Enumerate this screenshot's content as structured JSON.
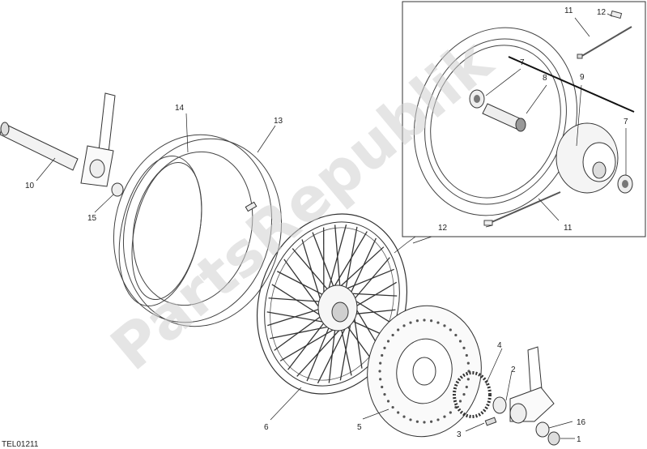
{
  "drawing_code": "TEL01211",
  "watermark": "PartsRepublik",
  "callouts": {
    "c1": "1",
    "c2": "2",
    "c3": "3",
    "c4": "4",
    "c5": "5",
    "c6": "6",
    "c7a": "7",
    "c7b": "7",
    "c8": "8",
    "c9": "9",
    "c10": "10",
    "c11a": "11",
    "c11b": "11",
    "c12a": "12",
    "c12b": "12",
    "c13": "13",
    "c14": "14",
    "c15": "15",
    "c16": "16"
  }
}
